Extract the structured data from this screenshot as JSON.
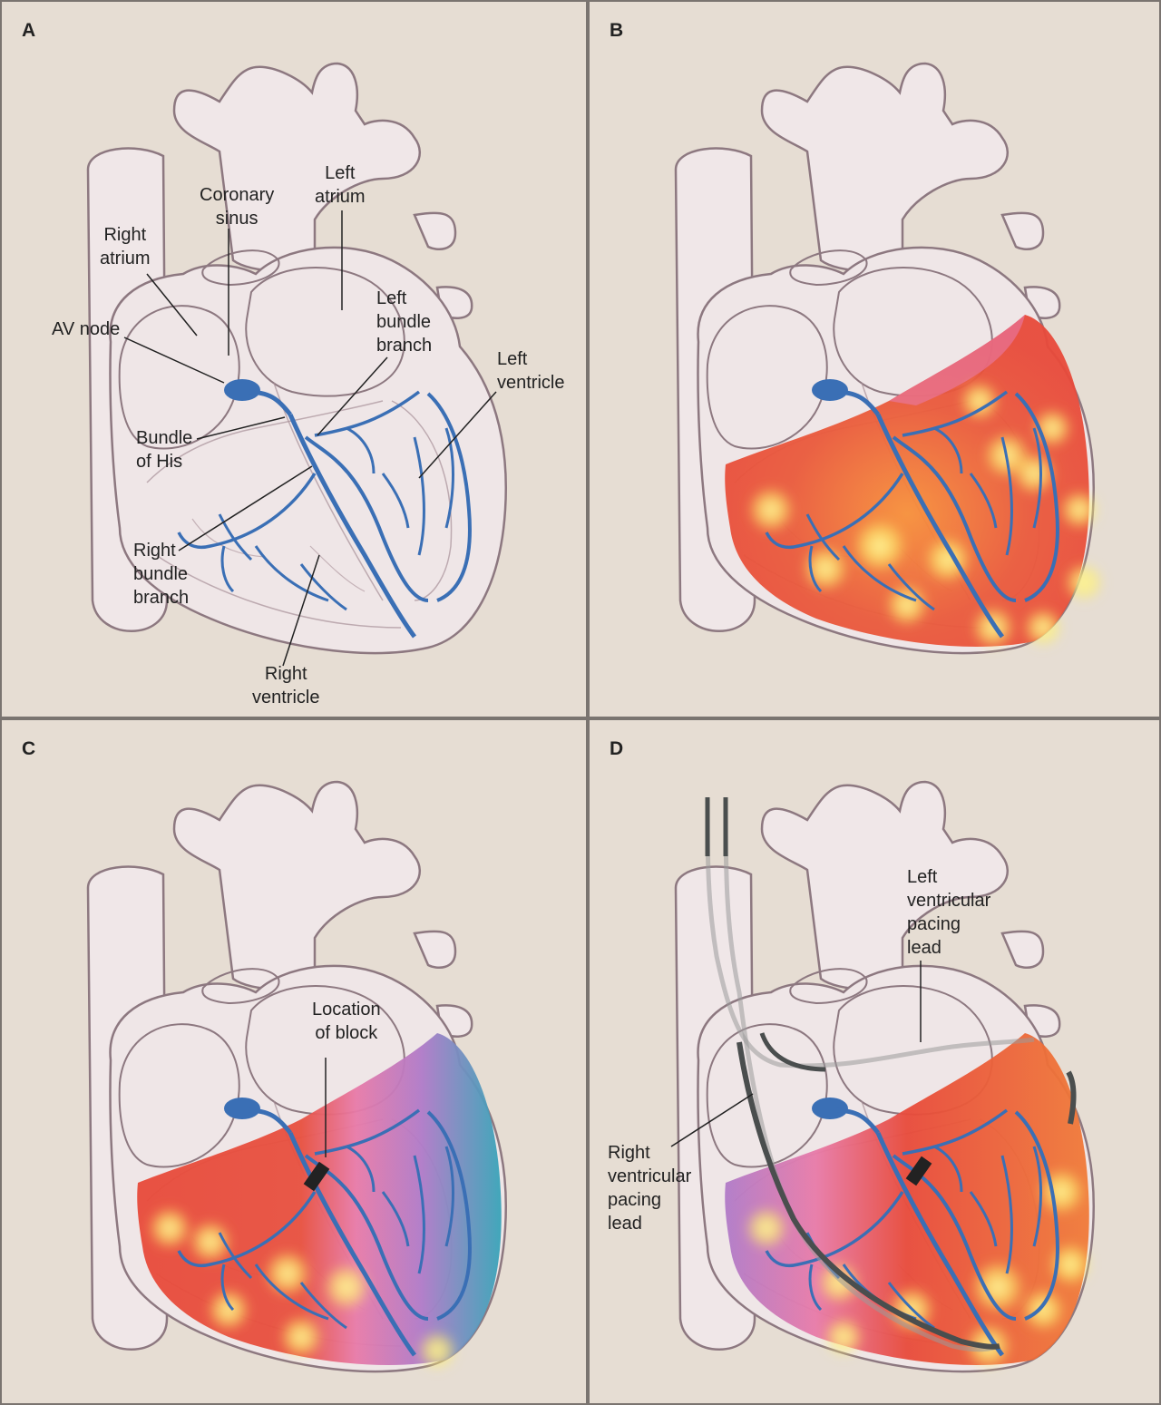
{
  "panels": [
    {
      "id": "A",
      "letter": "A",
      "labels": {
        "right_atrium": "Right\natrium",
        "coronary_sinus": "Coronary\nsinus",
        "left_atrium": "Left\natrium",
        "av_node": "AV node",
        "left_bundle_branch": "Left\nbundle\nbranch",
        "left_ventricle": "Left\nventricle",
        "bundle_of_his": "Bundle\nof His",
        "right_bundle_branch": "Right\nbundle\nbranch",
        "right_ventricle": "Right\nventricle"
      }
    },
    {
      "id": "B",
      "letter": "B",
      "labels": {}
    },
    {
      "id": "C",
      "letter": "C",
      "labels": {
        "location_of_block": "Location\nof block"
      }
    },
    {
      "id": "D",
      "letter": "D",
      "labels": {
        "left_ventricular_pacing_lead": "Left\nventricular\npacing\nlead",
        "right_ventricular_pacing_lead": "Right\nventricular\npacing\nlead"
      }
    }
  ],
  "colors": {
    "background": "#e6ddd3",
    "heart_fill": "#f0e6e8",
    "heart_outline": "#8a7078",
    "conduction_system": "#3a6fb5",
    "activation_early": "#fff06a",
    "activation_mid": "#f7903a",
    "activation_red": "#e84a3a",
    "activation_pink": "#e87aa8",
    "activation_purple": "#b07ac8",
    "activation_late": "#38a4b8",
    "pacing_lead": "#4a4e4e",
    "block_marker": "#222222"
  }
}
